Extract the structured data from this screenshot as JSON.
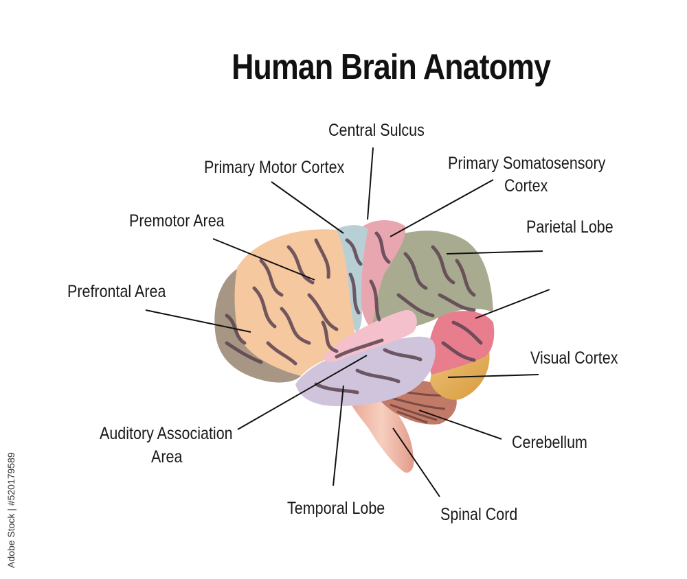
{
  "title": "Human Brain Anatomy",
  "labels": {
    "central_sulcus": "Central Sulcus",
    "primary_motor_cortex": "Primary Motor Cortex",
    "primary_somatosensory_cortex_line1": "Primary Somatosensory",
    "primary_somatosensory_cortex_line2": "Cortex",
    "premotor_area": "Premotor Area",
    "parietal_lobe": "Parietal Lobe",
    "prefrontal_area": "Prefrontal Area",
    "visual_cortex": "Visual Cortex",
    "auditory_association_area_line1": "Auditory Association",
    "auditory_association_area_line2": "Area",
    "cerebellum": "Cerebellum",
    "temporal_lobe": "Temporal Lobe",
    "spinal_cord": "Spinal Cord"
  },
  "watermark": "Adobe Stock | #520179589",
  "colors": {
    "prefrontal": "#a89684",
    "premotor": "#f6c8a0",
    "motor": "#b8cfd6",
    "somatosensory": "#e8a6b0",
    "parietal": "#a8ab90",
    "occipital_upper": "#e87d8e",
    "visual": "#e9b860",
    "temporal": "#d0c4dc",
    "auditory": "#f4c0cc",
    "cerebellum": "#c7826e",
    "spinal_cord": "#f0b8a4",
    "sulci": "#5c4350"
  }
}
